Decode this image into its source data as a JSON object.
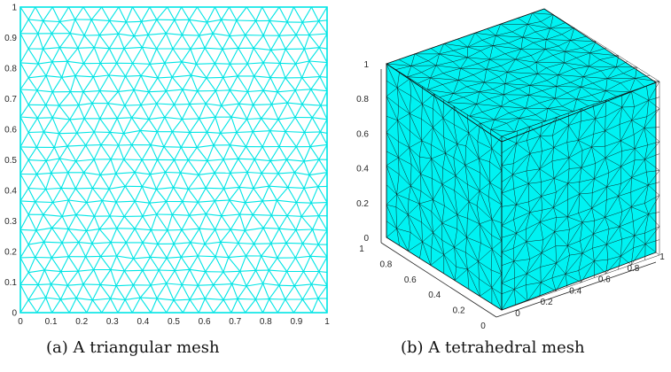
{
  "colors": {
    "mesh": "#00e5e5",
    "face": "#00f2f2",
    "axis": "#262626",
    "edge": "#111111"
  },
  "panels": [
    {
      "id": "a",
      "caption": "(a) A triangular mesh",
      "x_ticks": [
        "0",
        "0.1",
        "0.2",
        "0.3",
        "0.4",
        "0.5",
        "0.6",
        "0.7",
        "0.8",
        "0.9",
        "1"
      ],
      "y_ticks": [
        "0",
        "0.1",
        "0.2",
        "0.3",
        "0.4",
        "0.5",
        "0.6",
        "0.7",
        "0.8",
        "0.9",
        "1"
      ]
    },
    {
      "id": "b",
      "caption": "(b) A tetrahedral mesh",
      "z_ticks": [
        "0",
        "0.2",
        "0.4",
        "0.6",
        "0.8",
        "1"
      ],
      "left_axis_ticks": [
        "0",
        "0.2",
        "0.4",
        "0.6",
        "0.8",
        "1"
      ],
      "right_axis_ticks": [
        "0",
        "0.2",
        "0.4",
        "0.6",
        "0.8",
        "1"
      ]
    }
  ]
}
